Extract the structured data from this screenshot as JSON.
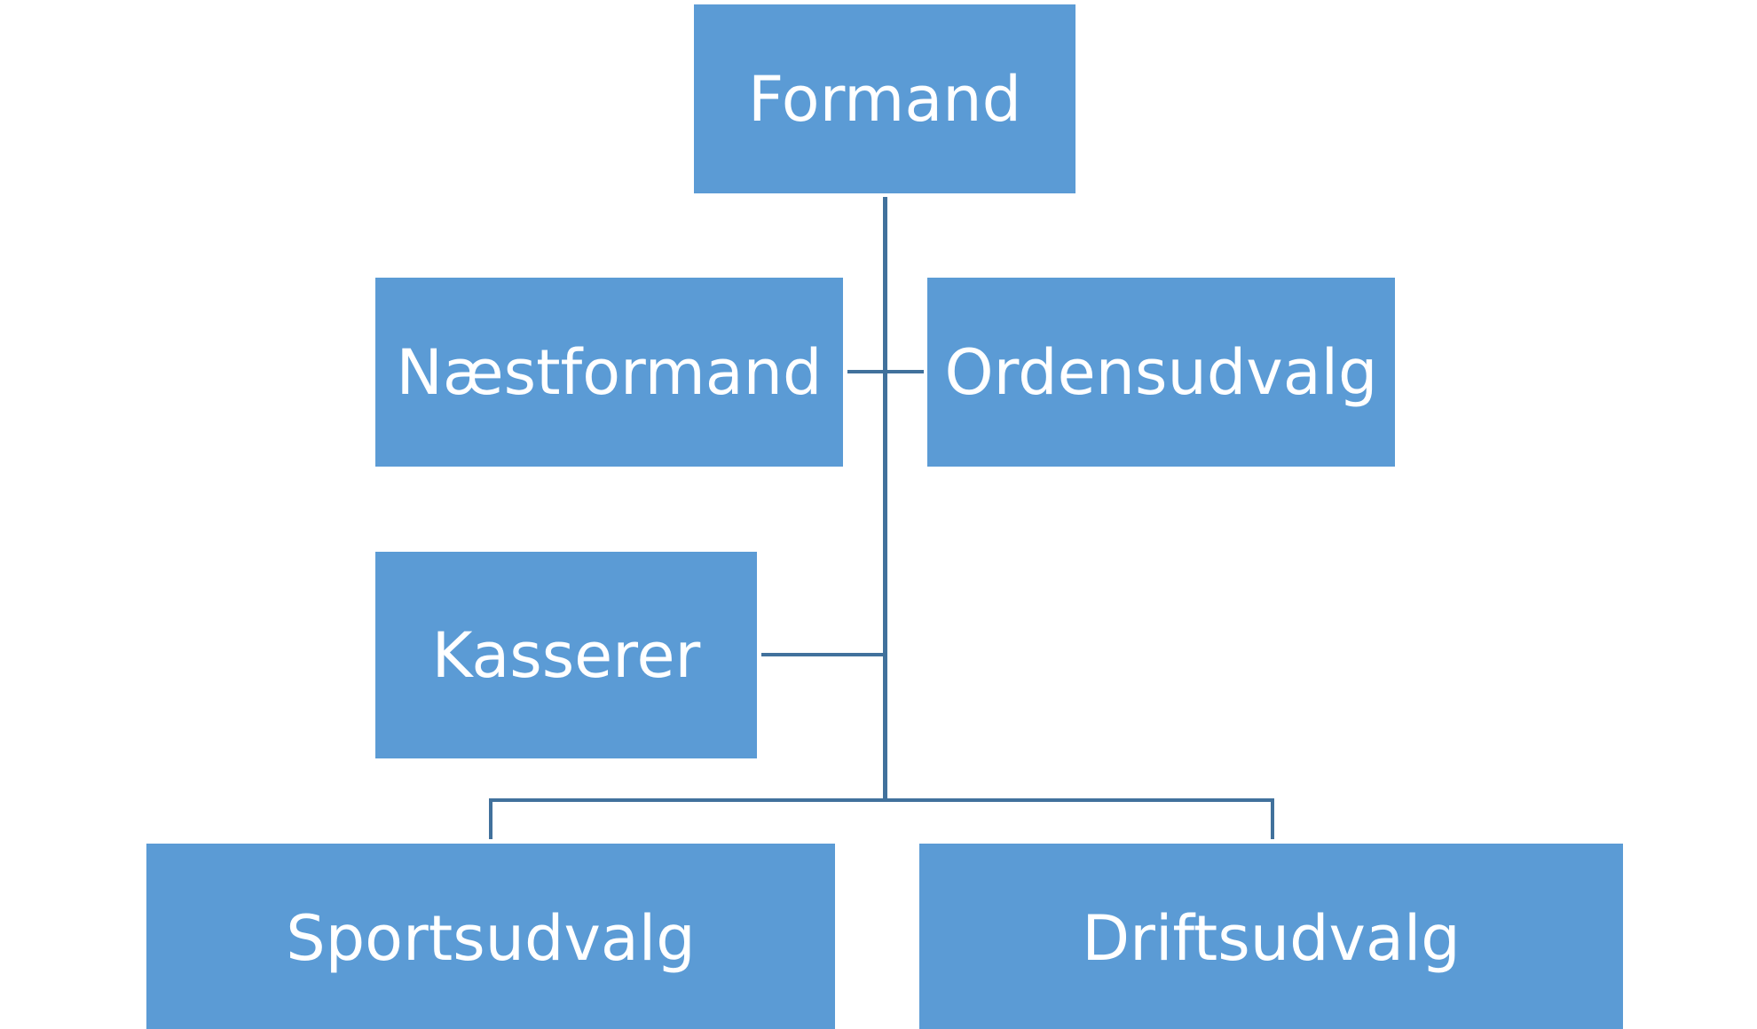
{
  "nodes": {
    "formand": "Formand",
    "naestformand": "Næstformand",
    "ordensudvalg": "Ordensudvalg",
    "kasserer": "Kasserer",
    "sportsudvalg": "Sportsudvalg",
    "driftsudvalg": "Driftsudvalg"
  },
  "colors": {
    "node_fill": "#5b9bd5",
    "node_text": "#ffffff",
    "connector": "#41719c",
    "background": "#ffffff"
  }
}
